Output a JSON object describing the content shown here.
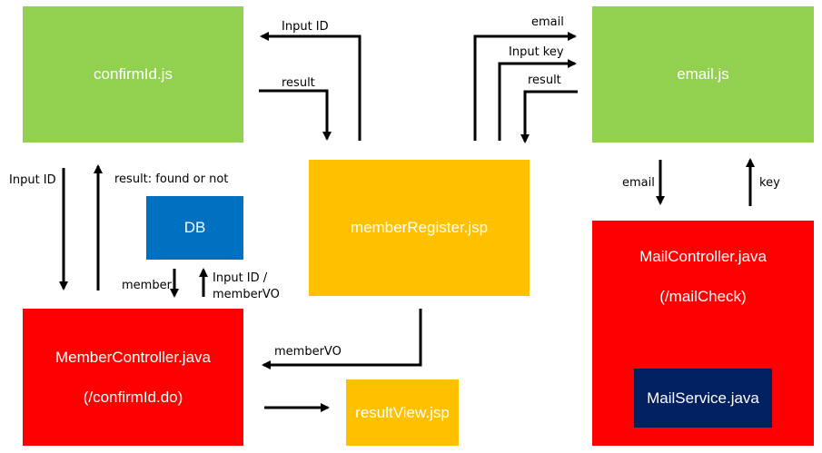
{
  "nodes": {
    "confirm_id_js": "confirmId.js",
    "email_js": "email.js",
    "member_register_jsp": "memberRegister.jsp",
    "db": "DB",
    "member_controller": "MemberController.java",
    "member_controller_path": "(/confirmId.do)",
    "mail_controller": "MailController.java",
    "mail_controller_path": "(/mailCheck)",
    "mail_service": "MailService.java",
    "result_view_jsp": "resultView.jsp"
  },
  "labels": {
    "input_id_top": "Input ID",
    "result_top": "result",
    "email_top": "email",
    "input_key": "Input key",
    "result_email": "result",
    "input_id_left": "Input ID",
    "result_found": "result: found or not",
    "member": "member",
    "input_id_member_vo_1": "Input ID /",
    "input_id_member_vo_2": "memberVO",
    "email_right": "email",
    "key": "key",
    "member_vo": "memberVO"
  },
  "colors": {
    "js_boxes": "#92d050",
    "jsp_boxes": "#ffc000",
    "controllers": "#ff0000",
    "db": "#0070c0",
    "service": "#002060",
    "arrows": "#000000"
  }
}
